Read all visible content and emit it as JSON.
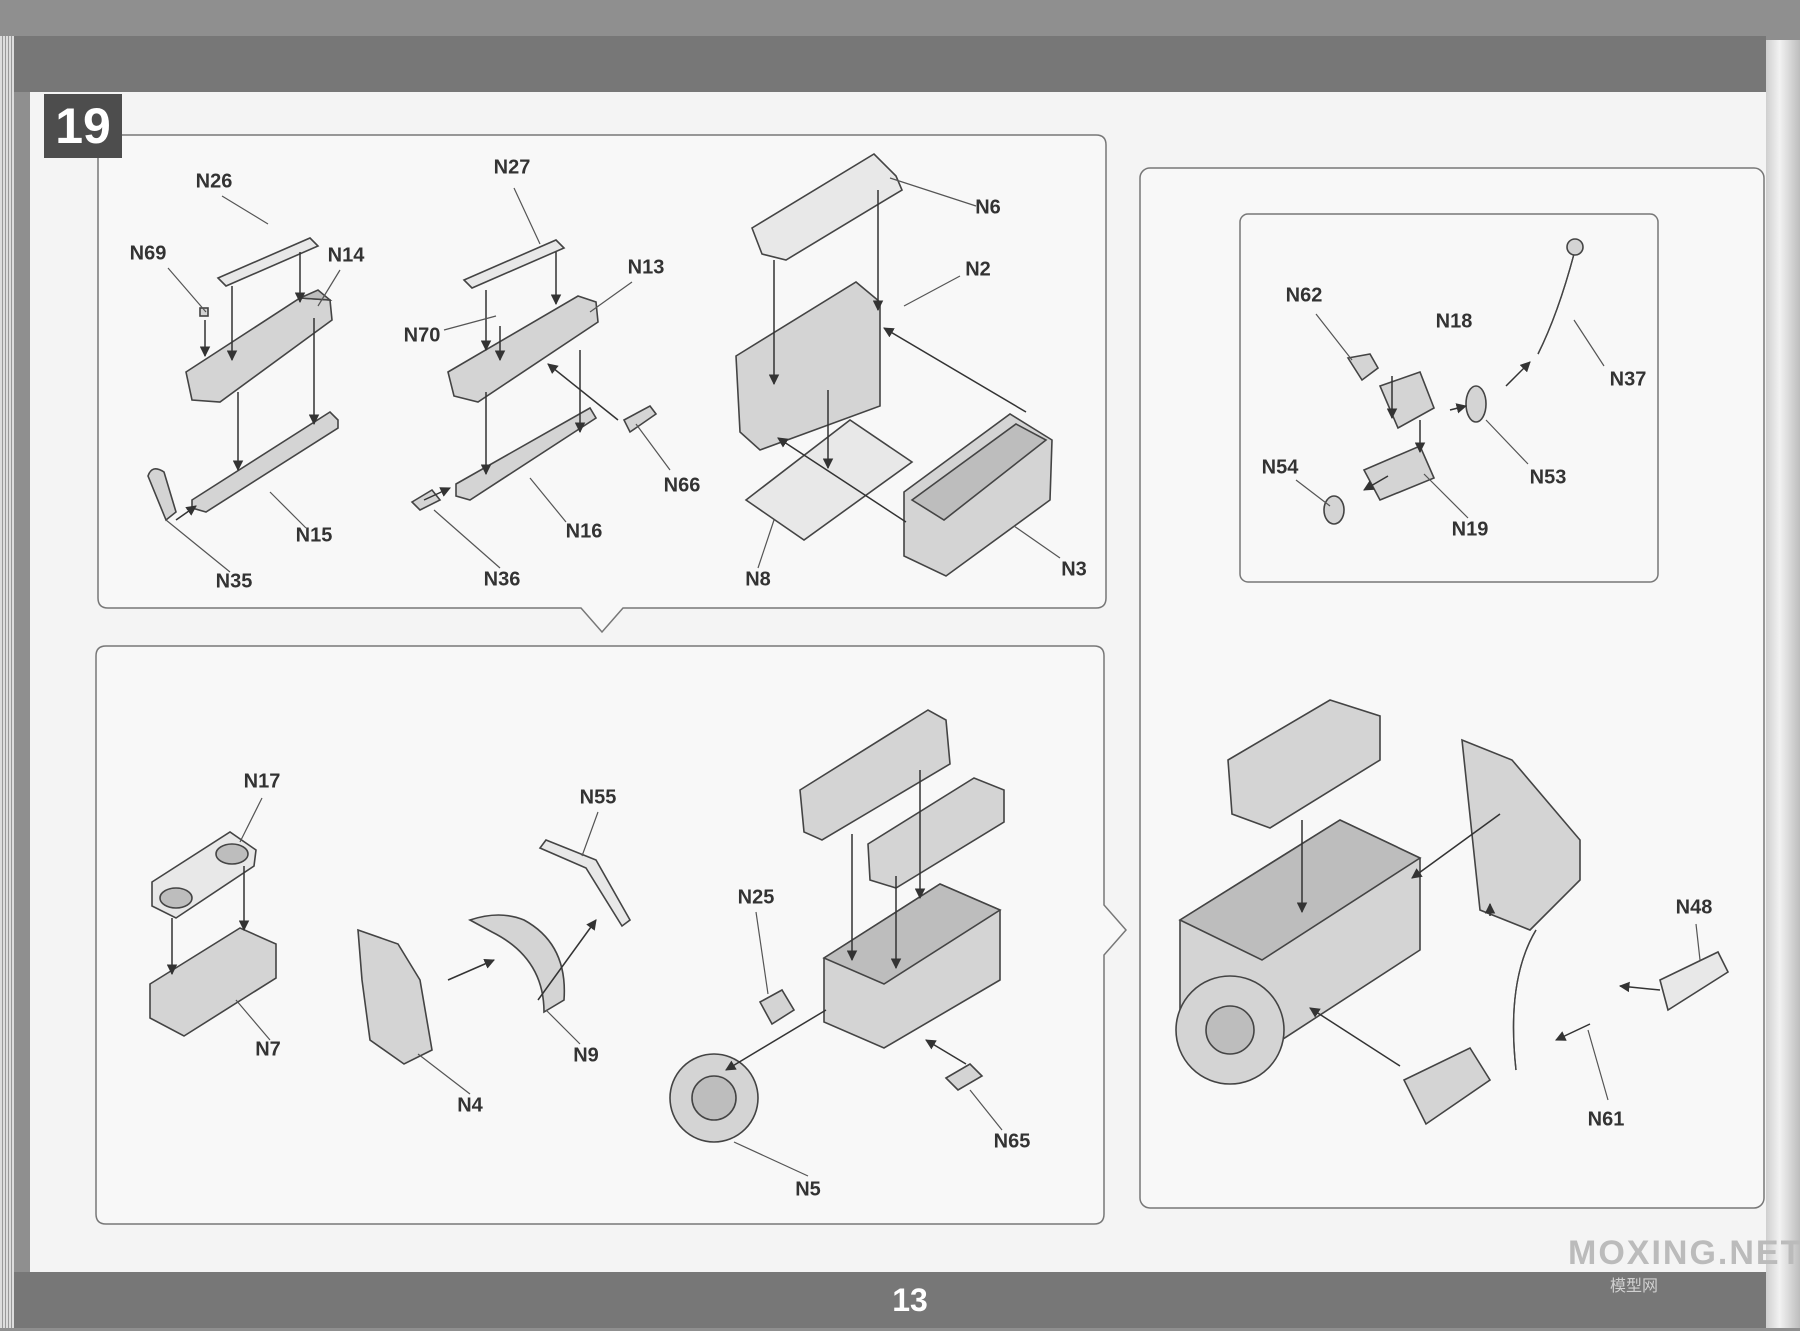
{
  "step_number": "19",
  "page_number": "13",
  "watermark": {
    "main": "MOXING.NET",
    "sub": "模型网"
  },
  "parts": {
    "N26": "N26",
    "N69": "N69",
    "N14": "N14",
    "N15": "N15",
    "N35": "N35",
    "N27": "N27",
    "N13": "N13",
    "N70": "N70",
    "N66": "N66",
    "N16": "N16",
    "N36": "N36",
    "N6": "N6",
    "N2": "N2",
    "N8": "N8",
    "N3": "N3",
    "N62": "N62",
    "N18": "N18",
    "N37": "N37",
    "N54": "N54",
    "N53": "N53",
    "N19": "N19",
    "N17": "N17",
    "N7": "N7",
    "N55": "N55",
    "N9": "N9",
    "N4": "N4",
    "N25": "N25",
    "N5": "N5",
    "N65": "N65",
    "N48": "N48",
    "N61": "N61"
  }
}
